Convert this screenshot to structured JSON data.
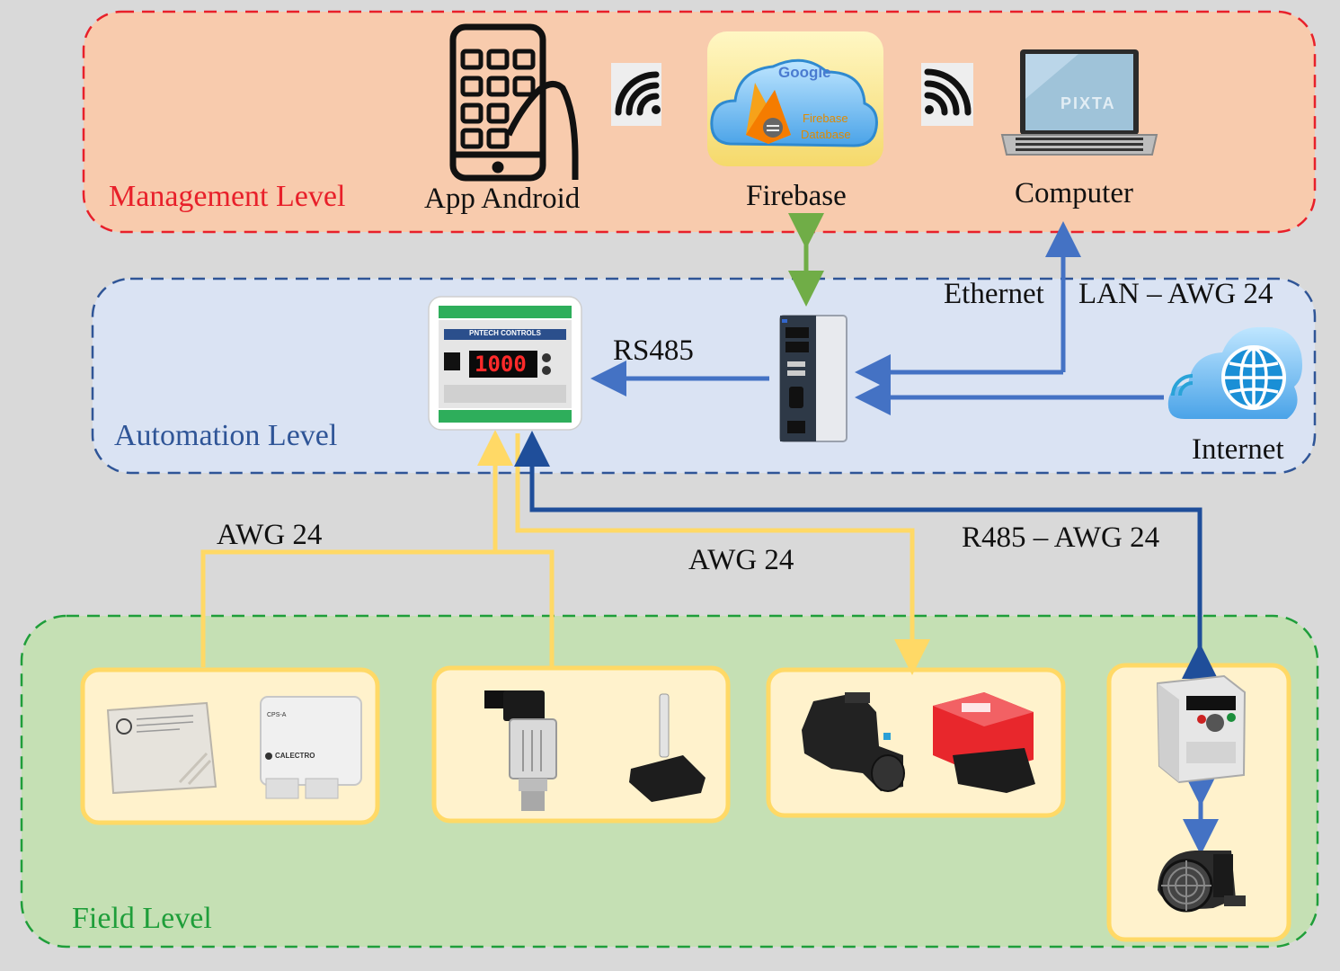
{
  "levels": {
    "management": {
      "label": "Management Level",
      "color": "#e8202a",
      "fill": "#f8cbad"
    },
    "automation": {
      "label": "Automation Level",
      "color": "#2f5597",
      "fill": "#dae3f3"
    },
    "field": {
      "label": "Field Level",
      "color": "#1f9e3a",
      "fill": "#c5e0b4"
    }
  },
  "devices": {
    "app_android": "App Android",
    "firebase": "Firebase",
    "computer": "Computer",
    "internet": "Internet"
  },
  "firebase_logo": {
    "brand": "Google",
    "caption_line1": "Firebase",
    "caption_line2": "Database"
  },
  "controller": {
    "brand": "PNTECH CONTROLS",
    "display": "1000"
  },
  "laptop_watermark": "PIXTA",
  "sensor_labels": {
    "sensor1": "CPS-A",
    "sensor2": "CALECTRO"
  },
  "connections": {
    "ethernet": "Ethernet",
    "lan": "LAN – AWG 24",
    "rs485": "RS485",
    "awg_left": "AWG 24",
    "awg_mid": "AWG 24",
    "r485_awg": "R485 – AWG 24"
  },
  "colors": {
    "yellow_wire": "#ffd966",
    "blue_link": "#4472c4",
    "dark_blue_link": "#1f4e9a",
    "green_link": "#70ad47",
    "device_box_fill": "#fff2cc",
    "device_box_border": "#ffd966"
  }
}
